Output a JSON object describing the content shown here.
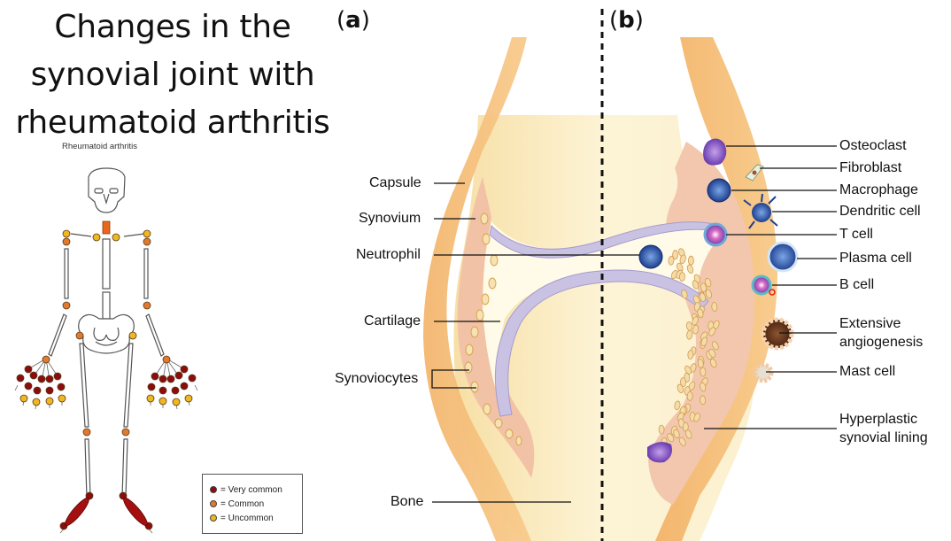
{
  "title": {
    "lines": [
      "Changes in the",
      "synovial joint with",
      "rheumatoid arthritis"
    ]
  },
  "skeleton_figure": {
    "title": "Rheumatoid arthritis",
    "legend": [
      {
        "label": "= Very common",
        "color": "#8b0d0d"
      },
      {
        "label": "= Common",
        "color": "#e07a2e"
      },
      {
        "label": "= Uncommon",
        "color": "#f0b820"
      }
    ]
  },
  "panels": {
    "a": {
      "label_open": "(",
      "letter": "a",
      "label_close": ")"
    },
    "b": {
      "label_open": "(",
      "letter": "b",
      "label_close": ")"
    }
  },
  "left_labels": [
    "Capsule",
    "Synovium",
    "Neutrophil",
    "Cartilage",
    "Synoviocytes",
    "Bone"
  ],
  "right_labels": [
    "Osteoclast",
    "Fibroblast",
    "Macrophage",
    "Dendritic cell",
    "T cell",
    "Plasma cell",
    "B cell",
    "Extensive\nangiogenesis",
    "Mast cell",
    "Hyperplastic\nsynovial lining"
  ],
  "right_labels_split": {
    "angiogenesis": [
      "Extensive",
      "angiogenesis"
    ],
    "hyperplastic": [
      "Hyperplastic",
      "synovial lining"
    ]
  },
  "colors": {
    "capsule": "#f5c27e",
    "synovium": "#f2c2a6",
    "bone": "#fbedc2",
    "cartilage": "#c9c2e3",
    "joint_space": "#fffbe8",
    "very_common": "#8b0d0d",
    "common": "#e07a2e",
    "uncommon": "#f0b820"
  }
}
